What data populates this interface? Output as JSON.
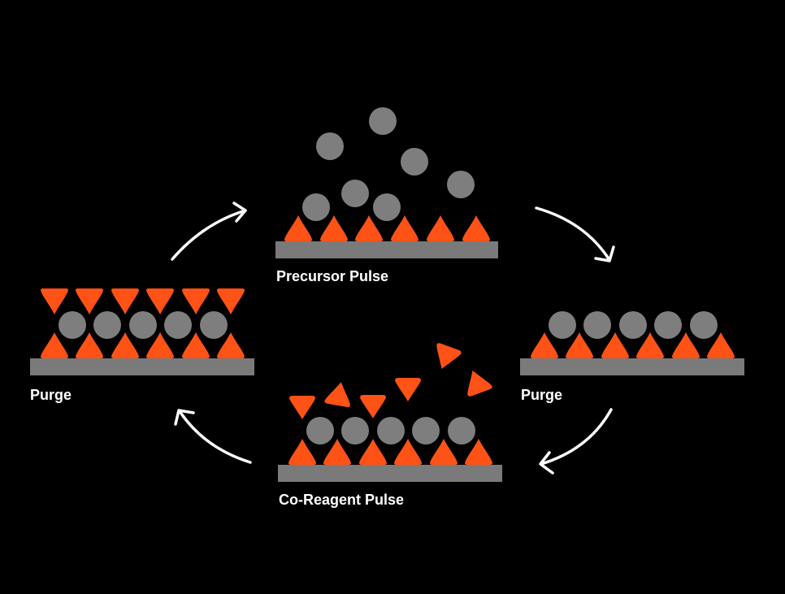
{
  "diagram": {
    "stages": [
      {
        "id": "precursor",
        "label": "Precursor Pulse"
      },
      {
        "id": "purge-right",
        "label": "Purge"
      },
      {
        "id": "coreagent",
        "label": "Co-Reagent Pulse"
      },
      {
        "id": "purge-left",
        "label": "Purge"
      }
    ],
    "colors": {
      "background": "#000000",
      "substrate": "#7a7a7a",
      "precursor_atom": "#7e7e7e",
      "reagent_triangle": "#ff5216",
      "arrow": "#ffffff",
      "text": "#ffffff"
    }
  }
}
